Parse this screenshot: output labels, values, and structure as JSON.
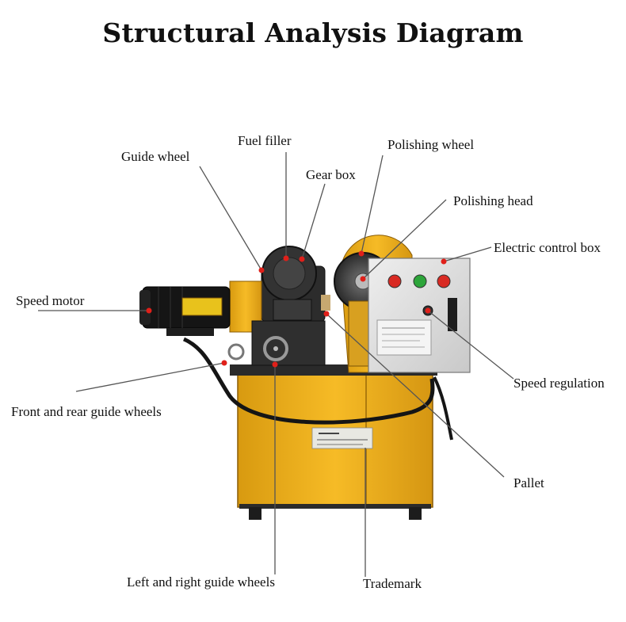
{
  "title": "Structural Analysis Diagram",
  "labels": {
    "guide_wheel": "Guide wheel",
    "fuel_filler": "Fuel filler",
    "gear_box": "Gear box",
    "polishing_wheel": "Polishing wheel",
    "polishing_head": "Polishing head",
    "electric_control_box": "Electric control box",
    "speed_motor": "Speed motor",
    "speed_regulation": "Speed regulation",
    "front_rear_guide_wheels": "Front and rear guide wheels",
    "pallet": "Pallet",
    "left_right_guide_wheels": "Left and right guide wheels",
    "trademark": "Trademark"
  },
  "colors": {
    "machine_yellow": "#f2b21c",
    "control_box": "#dcdcdc",
    "motor_black": "#141414",
    "leader_line": "#555555",
    "marker_red": "#e0201a"
  },
  "buttons": [
    "red",
    "green",
    "red"
  ]
}
